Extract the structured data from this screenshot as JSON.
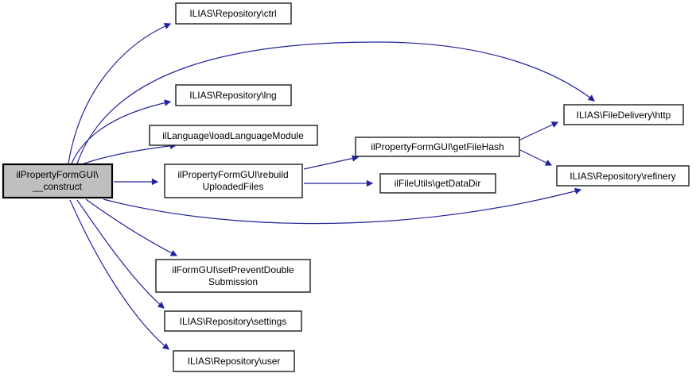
{
  "diagram": {
    "type": "call-graph",
    "colors": {
      "background": "#ffffff",
      "edge": "#22229e",
      "node_fill": "#ffffff",
      "node_border": "#1c1c1c",
      "highlight_fill": "#bfbfbf"
    },
    "nodes": {
      "construct": {
        "line1": "ilPropertyFormGUI\\",
        "line2": "__construct",
        "highlighted": true
      },
      "ctrl": {
        "line1": "ILIAS\\Repository\\ctrl"
      },
      "lng": {
        "line1": "ILIAS\\Repository\\lng"
      },
      "load_language_module": {
        "line1": "ilLanguage\\loadLanguageModule"
      },
      "rebuild_uploaded_files": {
        "line1": "ilPropertyFormGUI\\rebuild",
        "line2": "UploadedFiles"
      },
      "get_file_hash": {
        "line1": "ilPropertyFormGUI\\getFileHash"
      },
      "get_data_dir": {
        "line1": "ilFileUtils\\getDataDir"
      },
      "http": {
        "line1": "ILIAS\\FileDelivery\\http"
      },
      "refinery": {
        "line1": "ILIAS\\Repository\\refinery"
      },
      "set_prevent_double_submission": {
        "line1": "ilFormGUI\\setPreventDouble",
        "line2": "Submission"
      },
      "settings": {
        "line1": "ILIAS\\Repository\\settings"
      },
      "user": {
        "line1": "ILIAS\\Repository\\user"
      }
    },
    "edges": [
      {
        "from": "construct",
        "to": "ctrl"
      },
      {
        "from": "construct",
        "to": "http"
      },
      {
        "from": "construct",
        "to": "lng"
      },
      {
        "from": "construct",
        "to": "load_language_module"
      },
      {
        "from": "construct",
        "to": "rebuild_uploaded_files"
      },
      {
        "from": "construct",
        "to": "refinery"
      },
      {
        "from": "construct",
        "to": "set_prevent_double_submission"
      },
      {
        "from": "construct",
        "to": "settings"
      },
      {
        "from": "construct",
        "to": "user"
      },
      {
        "from": "rebuild_uploaded_files",
        "to": "get_file_hash"
      },
      {
        "from": "rebuild_uploaded_files",
        "to": "get_data_dir"
      },
      {
        "from": "get_file_hash",
        "to": "http"
      },
      {
        "from": "get_file_hash",
        "to": "refinery"
      }
    ]
  }
}
